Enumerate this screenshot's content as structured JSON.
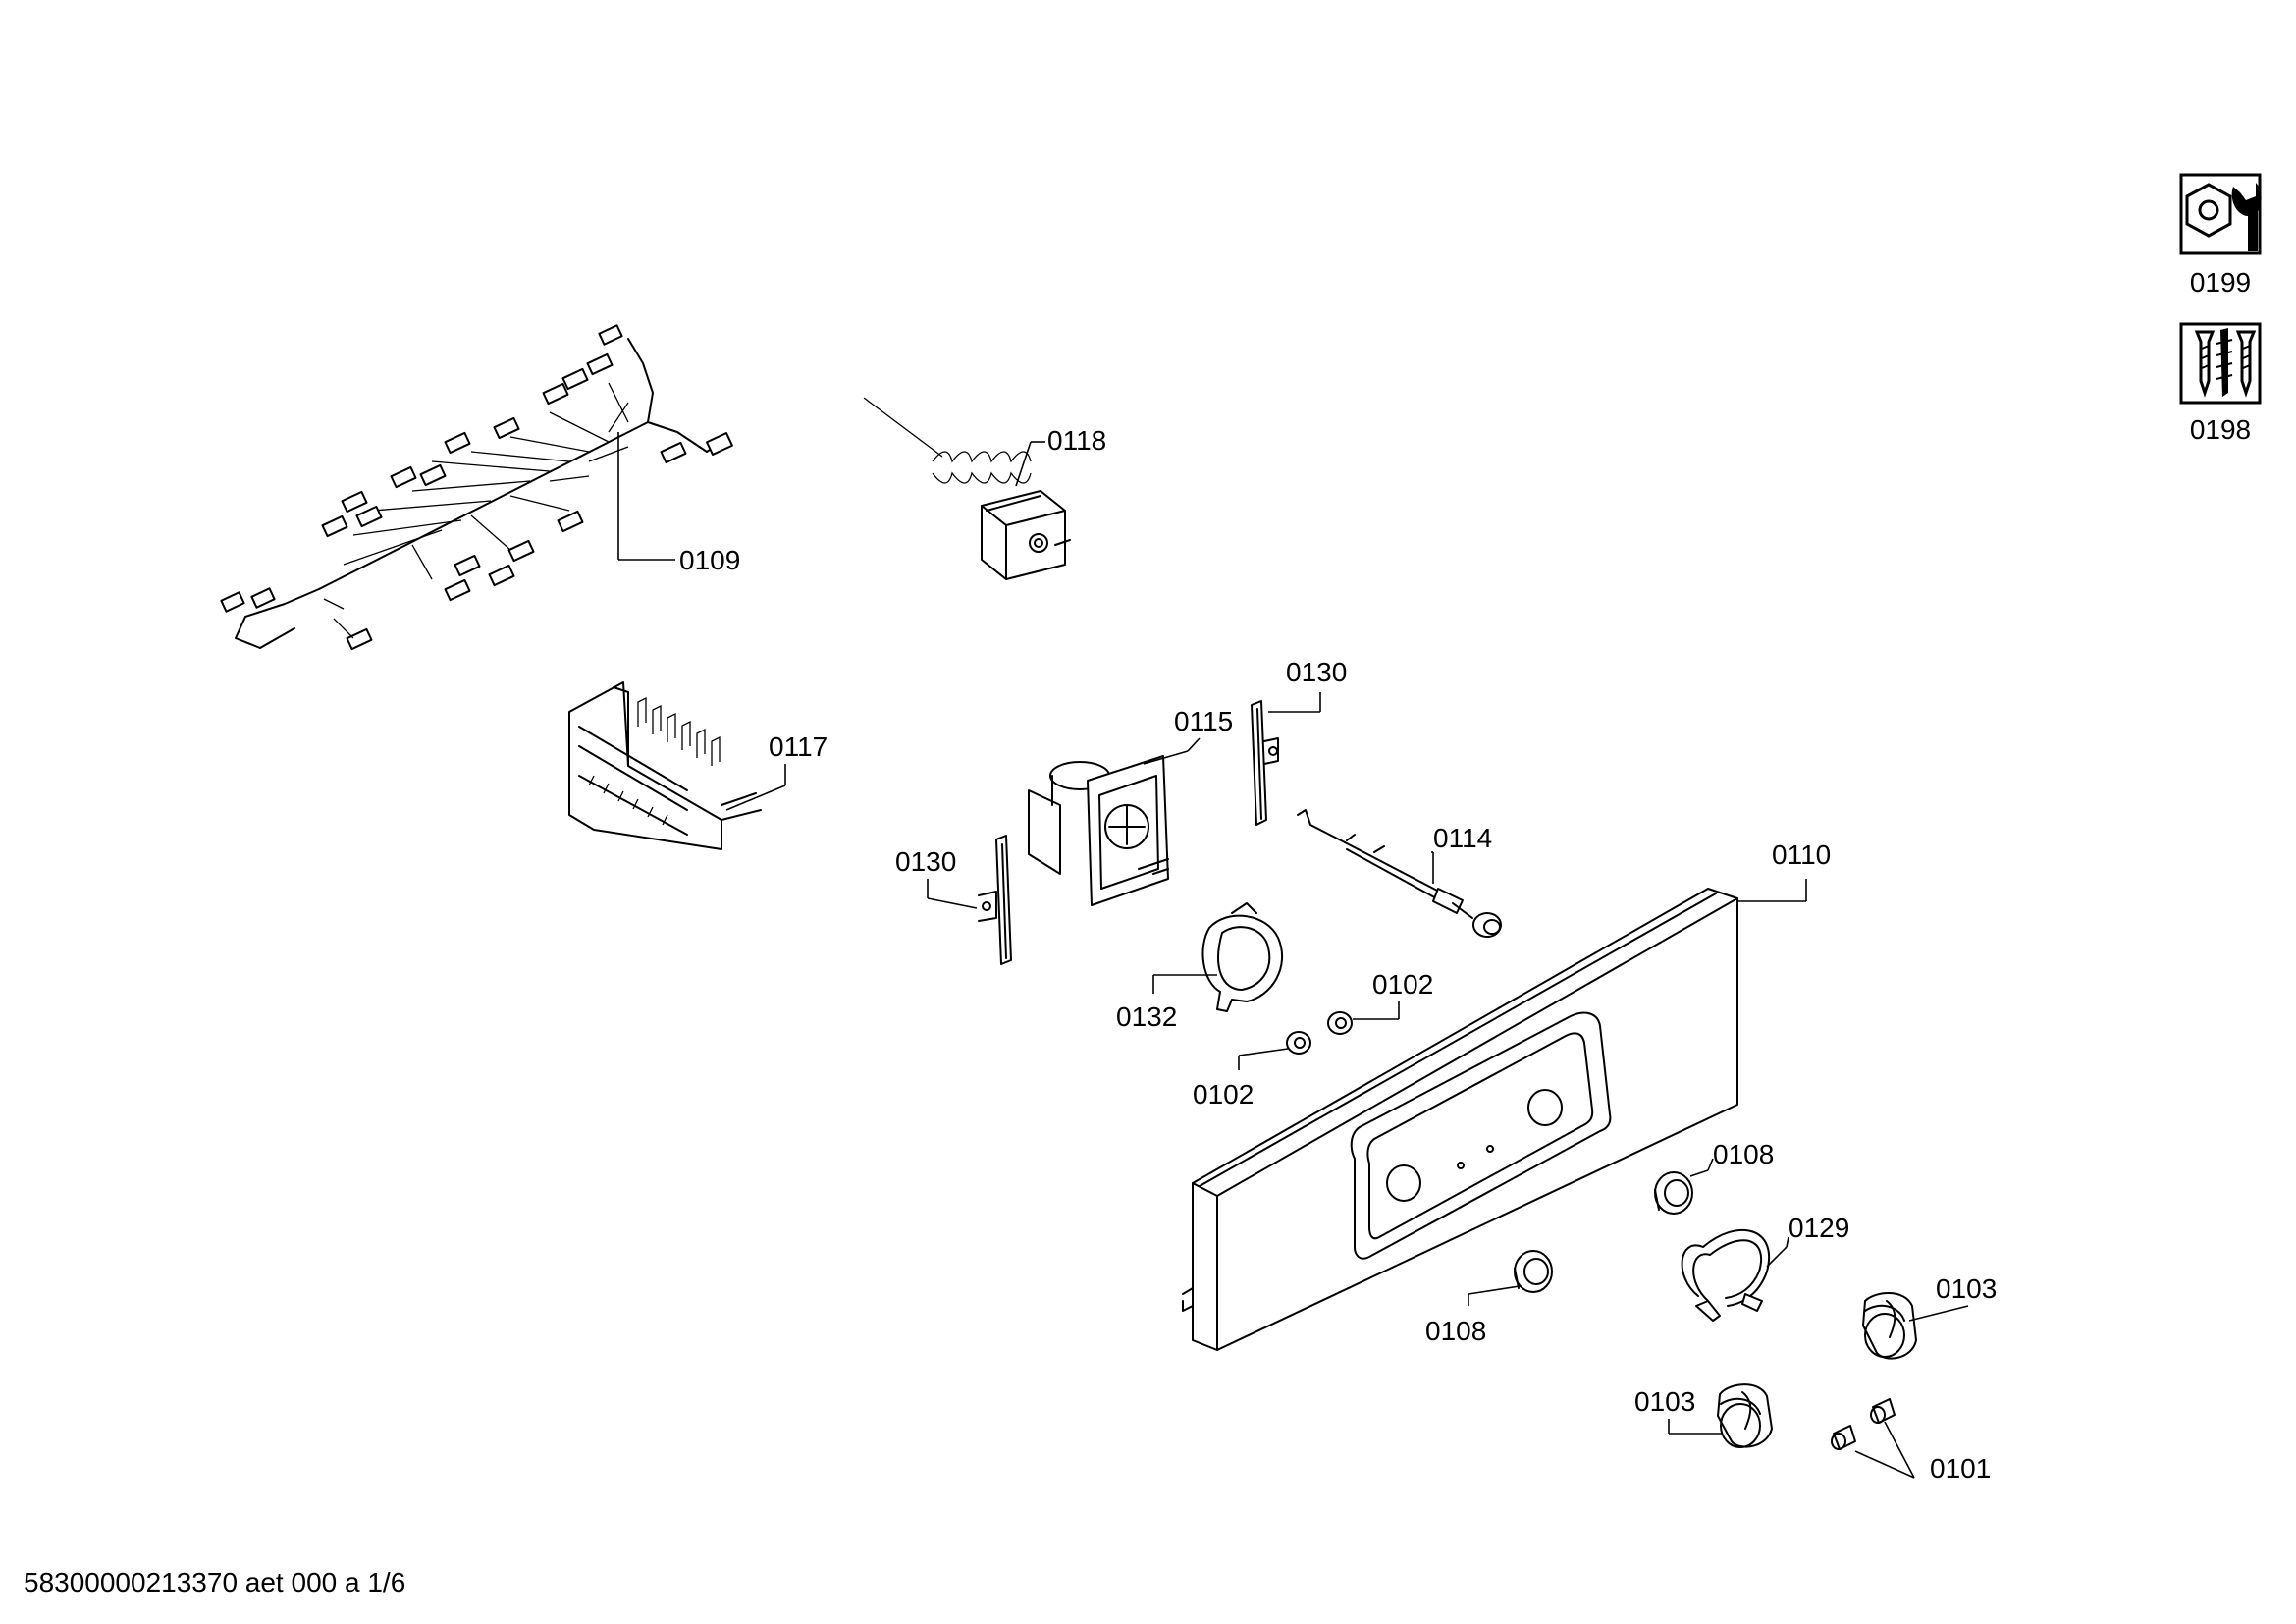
{
  "document_id": "58300000213370 aet 000 a 1/6",
  "parts": {
    "p0109": "0109",
    "p0118": "0118",
    "p0117": "0117",
    "p0115": "0115",
    "p0130a": "0130",
    "p0130b": "0130",
    "p0114": "0114",
    "p0110": "0110",
    "p0132": "0132",
    "p0102a": "0102",
    "p0102b": "0102",
    "p0108a": "0108",
    "p0108b": "0108",
    "p0129": "0129",
    "p0103a": "0103",
    "p0103b": "0103",
    "p0101": "0101"
  },
  "side_icons": {
    "service_kit": {
      "label": "0199",
      "icon": "nut-wrench-icon"
    },
    "screw_kit": {
      "label": "0198",
      "icon": "screws-icon"
    }
  }
}
